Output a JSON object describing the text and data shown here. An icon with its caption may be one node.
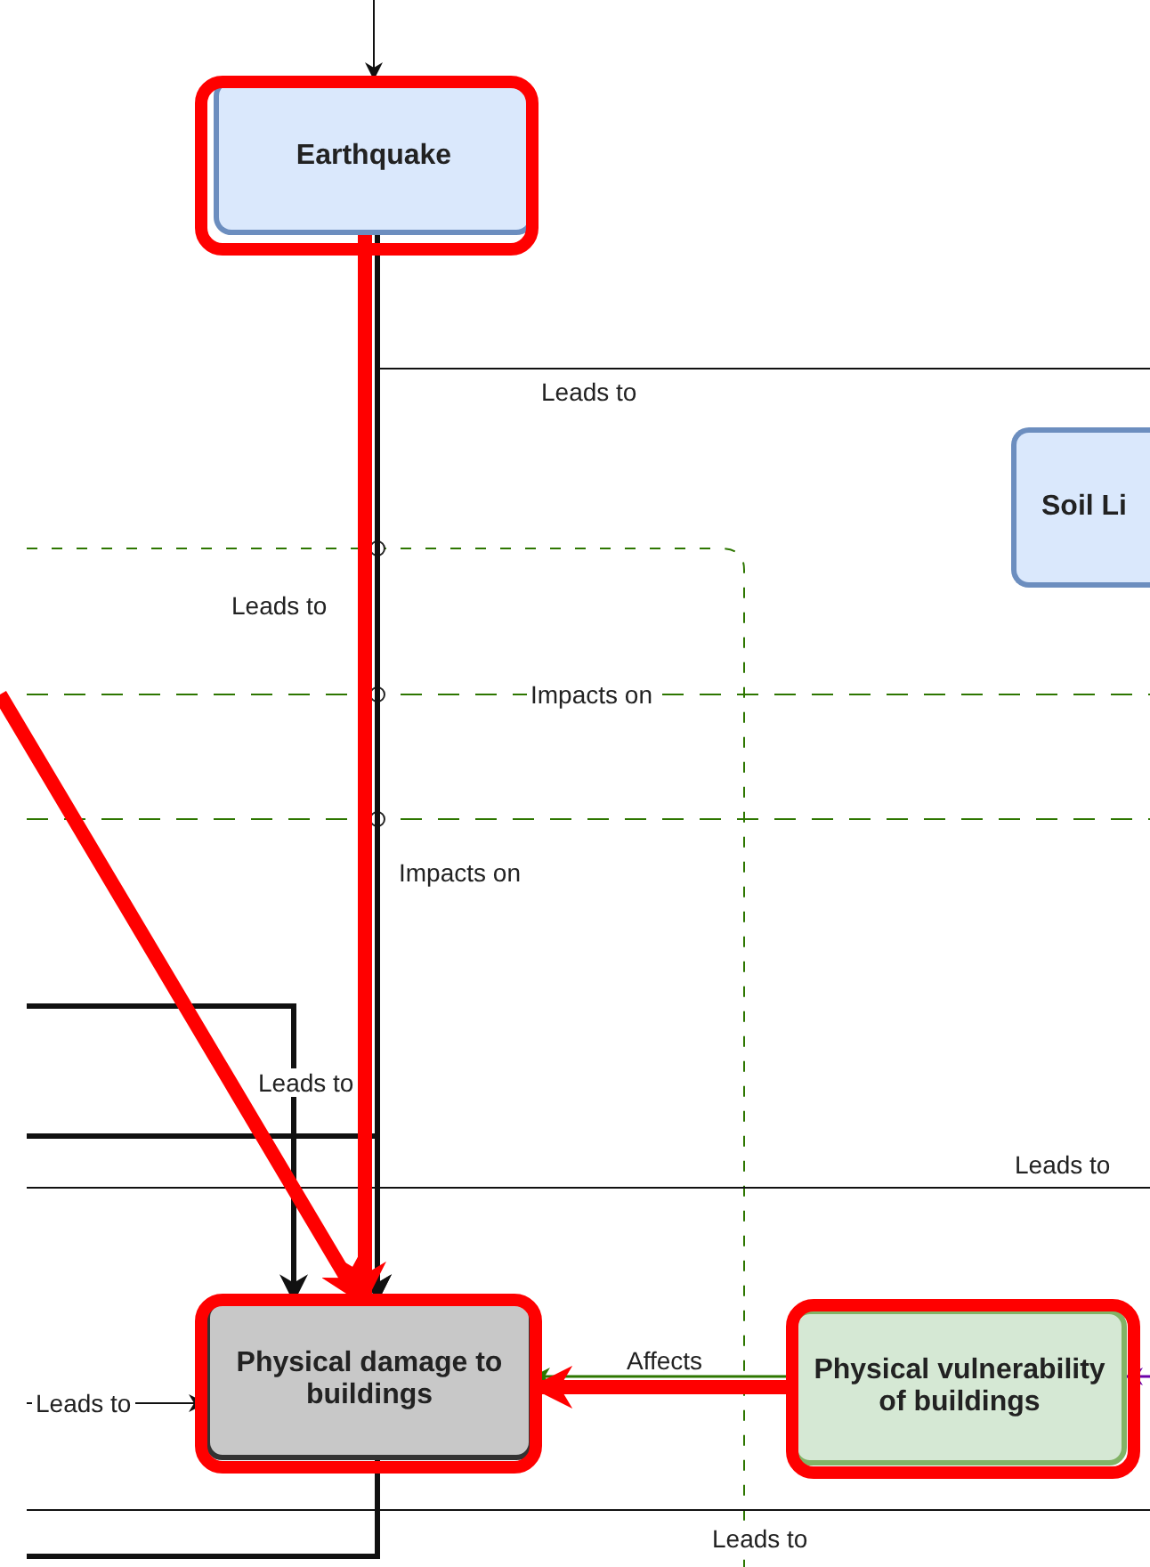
{
  "diagram": {
    "nodes": [
      {
        "text": [
          "Earthquake"
        ]
      },
      {
        "text": [
          "Soil Li"
        ]
      },
      {
        "text": [
          "Physical damage to buildings"
        ]
      },
      {
        "text": [
          "Physical vulnerability of buildings"
        ]
      }
    ],
    "edges": [
      {
        "from": null,
        "to": 0,
        "arrow": "to"
      },
      {
        "from": 0,
        "to": 2,
        "arrow": "to",
        "label": "Leads to"
      },
      {
        "from": 0,
        "to": null,
        "arrow": "none",
        "label": "Leads to"
      },
      {
        "from": null,
        "to": 2,
        "arrow": "to",
        "label": "Leads to"
      },
      {
        "from": null,
        "to": 2,
        "arrow": "to"
      },
      {
        "from": null,
        "to": 2,
        "arrow": "to",
        "label": "Leads to"
      },
      {
        "from": 3,
        "to": 2,
        "arrow": "to",
        "label": "Affects",
        "color": "#2d7600"
      },
      {
        "from": null,
        "to": 3,
        "arrow": "to",
        "color": "#6a00aa"
      },
      {
        "from": 2,
        "to": null,
        "arrow": "none"
      },
      {
        "from": 0,
        "to": 2,
        "arrow": "to",
        "style": "thick",
        "color": "#ff0000"
      },
      {
        "from": 3,
        "to": 2,
        "arrow": "to",
        "style": "thick",
        "color": "#ff0000"
      },
      {
        "from": null,
        "to": 2,
        "arrow": "to",
        "style": "thick",
        "color": "#ff0000"
      }
    ],
    "labels": [
      "Impacts on",
      "Impacts on",
      "Leads to",
      "Leads to"
    ]
  }
}
